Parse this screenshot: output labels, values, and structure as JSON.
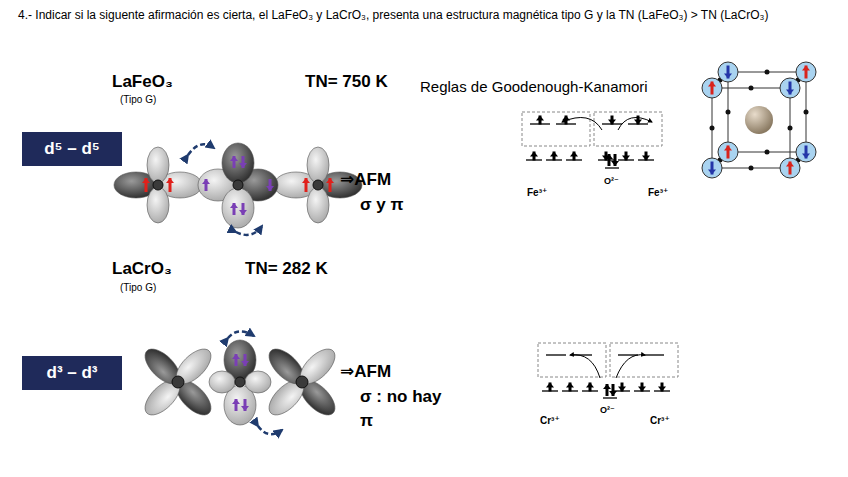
{
  "diagram": {
    "title": "4.- Indicar si la siguente afirmación es cierta, el LaFeO₃ y LaCrO₃, presenta una estructura magnética tipo G y la TN (LaFeO₃) > TN (LaCrO₃)",
    "nodes": [
      {
        "text": [
          "d⁵ – d⁵"
        ]
      },
      {
        "text": [
          "d³ – d³"
        ]
      }
    ],
    "labels": [
      "LaFeO₃",
      "(Tipo G)",
      "TN= 750 K",
      "Reglas de Goodenough-Kanamori",
      "⇒AFM",
      "σ y π",
      "Fe³⁺",
      "O²⁻",
      "Fe³⁺",
      "LaCrO₃",
      "(Tipo G)",
      "TN= 282 K",
      "⇒AFM",
      "σ : no hay",
      "π",
      "Cr³⁺",
      "O²⁻",
      "Cr³⁺"
    ]
  }
}
